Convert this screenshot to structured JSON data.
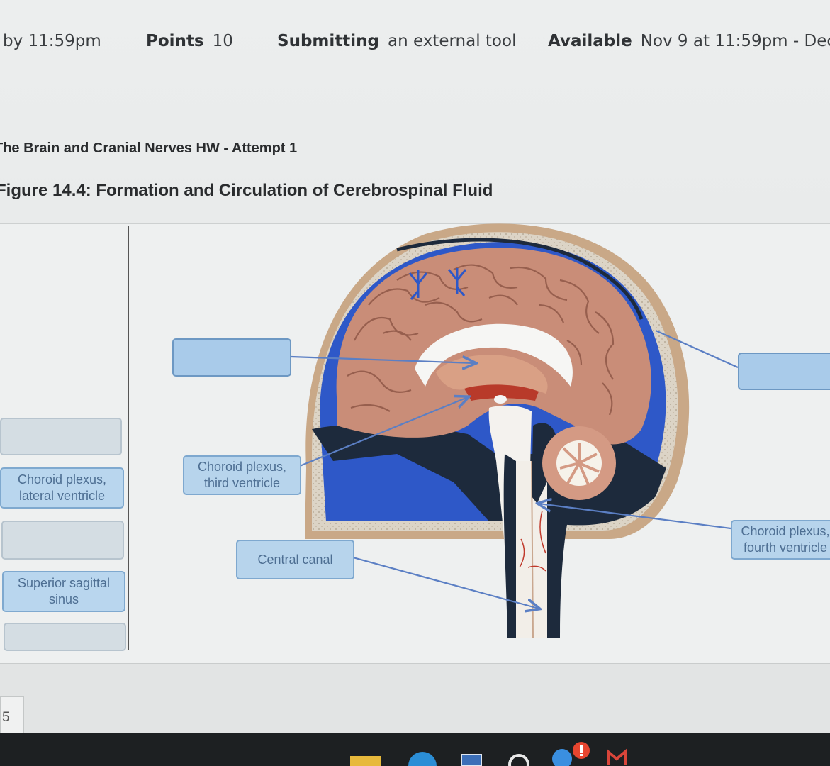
{
  "assignment_meta": {
    "due_suffix": "by 11:59pm",
    "points_label": "Points",
    "points_value": "10",
    "submitting_label": "Submitting",
    "submitting_value": "an external tool",
    "available_label": "Available",
    "available_value": "Nov 9 at 11:59pm - Dec"
  },
  "quiz": {
    "title": "The Brain and Cranial Nerves HW - Attempt 1",
    "figure_title": "Figure 14.4: Formation and Circulation of Cerebrospinal Fluid"
  },
  "label_bank": [
    {
      "text": ""
    },
    {
      "text": "Choroid plexus, lateral ventricle"
    },
    {
      "text": ""
    },
    {
      "text": "Superior sagittal sinus"
    },
    {
      "text": ""
    }
  ],
  "placed_labels": {
    "third_ventricle": "Choroid plexus, third ventricle",
    "central_canal": "Central canal",
    "fourth_ventricle": "Choroid plexus, fourth ventricle"
  },
  "pagination": {
    "current": "5"
  },
  "colors": {
    "drop_target": "#a9cbea",
    "label_text": "#4d6e92",
    "csf_blue": "#2a55c7",
    "brain_tissue": "#c98d78"
  }
}
